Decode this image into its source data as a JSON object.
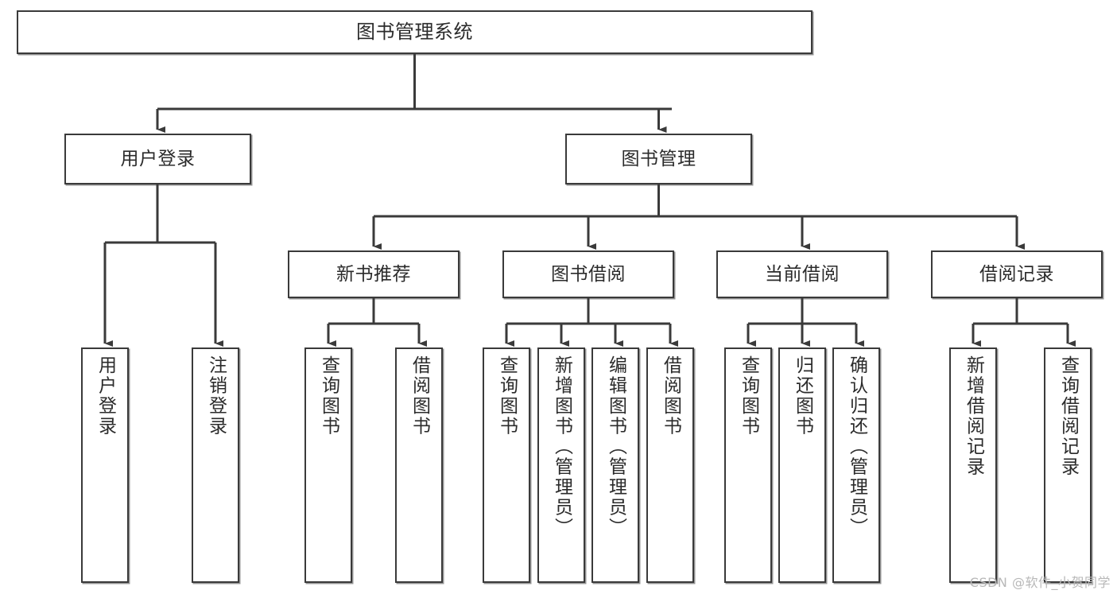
{
  "diagram": {
    "title": "图书管理系统",
    "type": "tree-hierarchy-chart",
    "colors": {
      "box_border": "#3a3a3a",
      "box_fill": "#ffffff",
      "edge": "#3a3a3a",
      "text": "#2b2b2b",
      "watermark": "#b8b8b8",
      "background": "#ffffff"
    },
    "root": {
      "label": "图书管理系统"
    },
    "level1": [
      {
        "id": "user-login",
        "label": "用户登录"
      },
      {
        "id": "book-management",
        "label": "图书管理"
      }
    ],
    "level2": [
      {
        "id": "new-book-recommend",
        "label": "新书推荐"
      },
      {
        "id": "book-borrow",
        "label": "图书借阅"
      },
      {
        "id": "current-borrow",
        "label": "当前借阅"
      },
      {
        "id": "borrow-record",
        "label": "借阅记录"
      }
    ],
    "leaves": {
      "user_login": [
        {
          "id": "leaf-user-login",
          "label": "用户登录"
        },
        {
          "id": "leaf-logout-login",
          "label": "注销登录"
        }
      ],
      "new_book_recommend": [
        {
          "id": "leaf-query-book-1",
          "label": "查询图书"
        },
        {
          "id": "leaf-borrow-book-1",
          "label": "借阅图书"
        }
      ],
      "book_borrow": [
        {
          "id": "leaf-query-book-2",
          "label": "查询图书"
        },
        {
          "id": "leaf-add-book",
          "label": "新增图书（管理员）"
        },
        {
          "id": "leaf-edit-book",
          "label": "编辑图书（管理员）"
        },
        {
          "id": "leaf-borrow-book-2",
          "label": "借阅图书"
        }
      ],
      "current_borrow": [
        {
          "id": "leaf-query-book-3",
          "label": "查询图书"
        },
        {
          "id": "leaf-return-book",
          "label": "归还图书"
        },
        {
          "id": "leaf-confirm-return",
          "label": "确认归还（管理员）"
        }
      ],
      "borrow_record": [
        {
          "id": "leaf-add-record",
          "label": "新增借阅记录"
        },
        {
          "id": "leaf-query-record",
          "label": "查询借阅记录"
        }
      ]
    },
    "watermark": "CSDN @软件_小贺同学"
  }
}
